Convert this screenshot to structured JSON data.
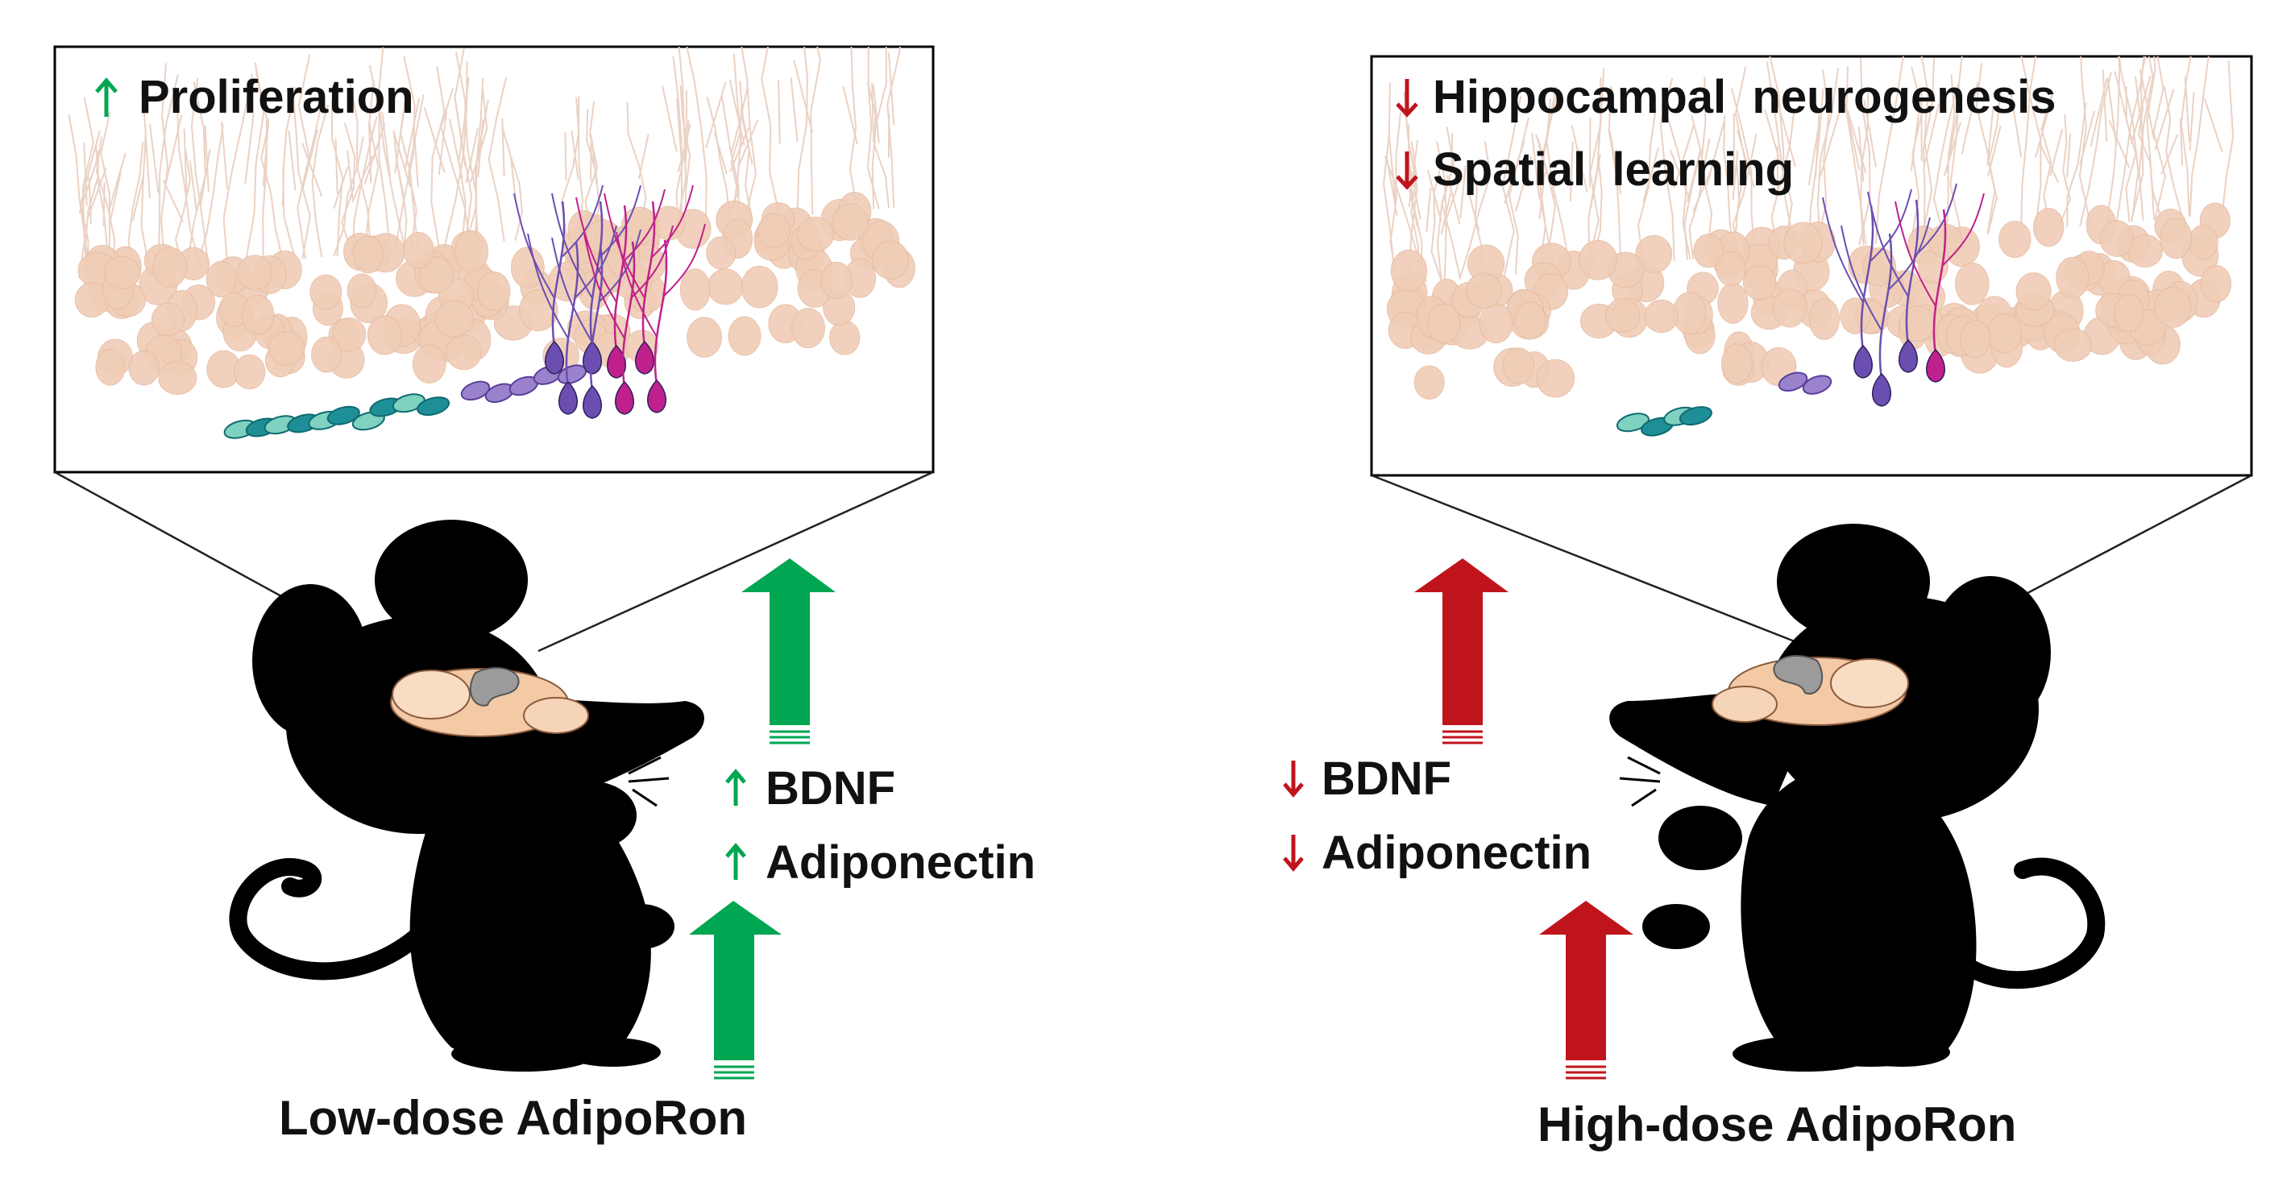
{
  "colors": {
    "up": "#00a651",
    "down": "#c0141c",
    "up_light": "#27b45c",
    "mouse": "#000000",
    "cell_bg": "#f0cdb6",
    "dendrite": "#ead2c4",
    "teal": "#1e8f96",
    "teal_light": "#7fd1c0",
    "purple": "#6b4fb0",
    "lavender": "#9a83cc",
    "magenta": "#c0208c",
    "brain": "#f3c9a6",
    "hippocampus": "#9b9b9b"
  },
  "icons": {
    "up_arrow": "up-arrow-icon",
    "down_arrow": "down-arrow-icon",
    "mouse": "mouse-silhouette-icon",
    "brain": "brain-icon"
  },
  "left": {
    "inset_effect": "Proliferation",
    "markers": [
      "BDNF",
      "Adiponectin"
    ],
    "treatment": "Low-dose AdipoRon"
  },
  "right": {
    "inset_effects": [
      "Hippocampal  neurogenesis",
      "Spatial  learning"
    ],
    "markers": [
      "BDNF",
      "Adiponectin"
    ],
    "treatment": "High-dose AdipoRon"
  }
}
